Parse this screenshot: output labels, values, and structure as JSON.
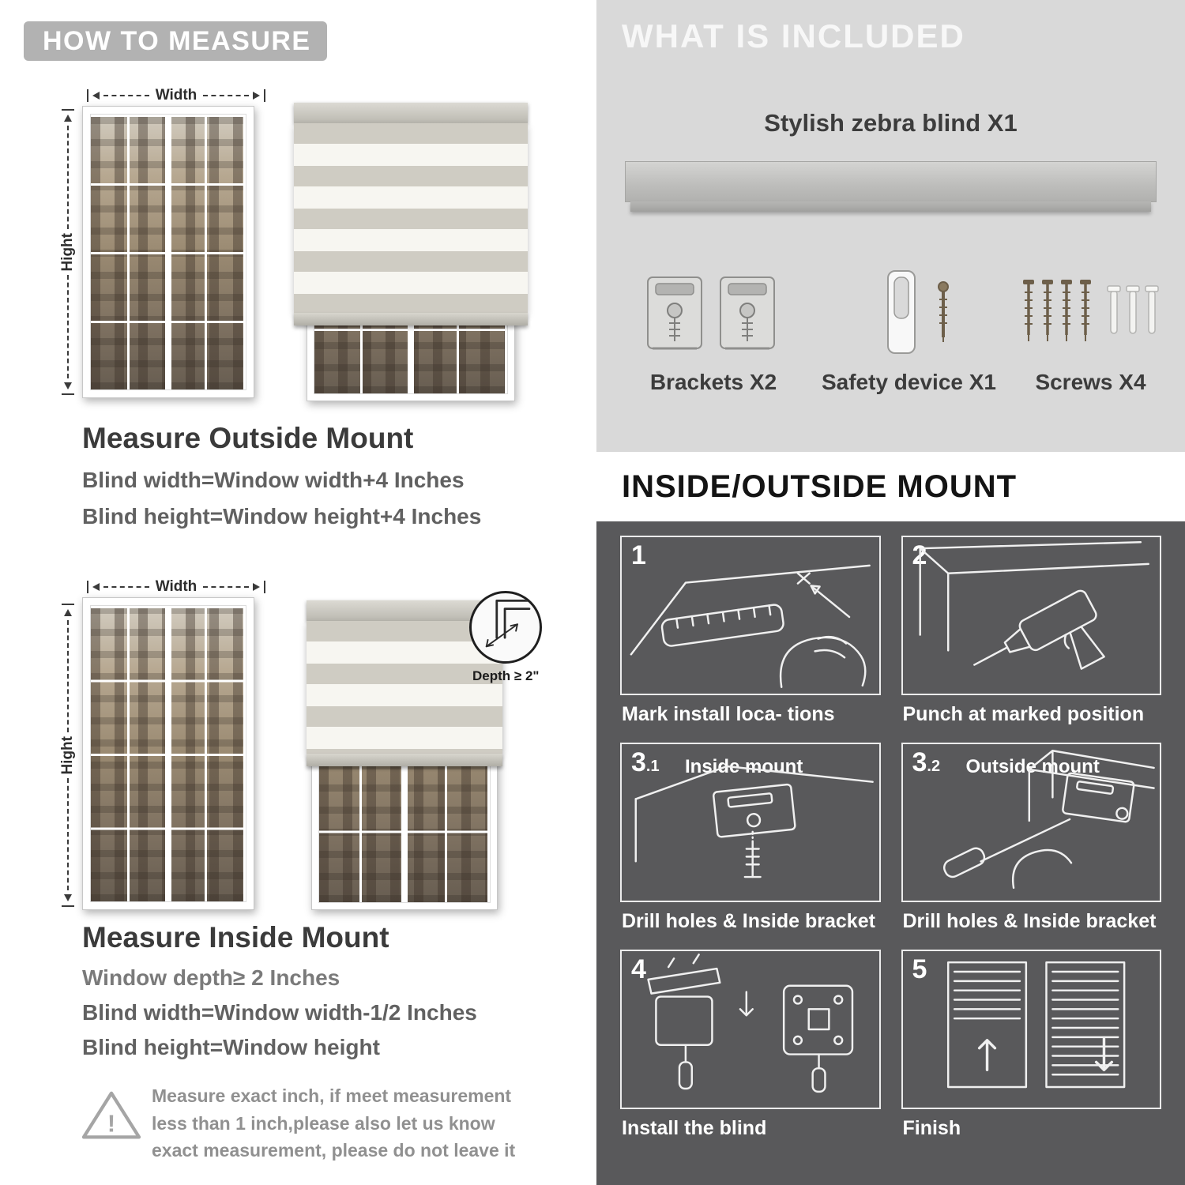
{
  "colors": {
    "badge_gray": "#b2b2b2",
    "panel_light": "#d9d9d9",
    "panel_dark": "#59595b",
    "text_dark": "#3b3b3b",
    "text_gray": "#616161"
  },
  "how_to_measure": {
    "header": "HOW TO MEASURE",
    "outside": {
      "width_label": "Width",
      "height_label": "Hight",
      "title": "Measure Outside Mount",
      "lines": [
        "Blind width=Window width+4 Inches",
        "Blind height=Window height+4 Inches"
      ]
    },
    "inside": {
      "width_label": "Width",
      "height_label": "Hight",
      "depth_label": "Depth ≥ 2\"",
      "title": "Measure Inside Mount",
      "lines": [
        "Window depth≥ 2 Inches",
        "Blind width=Window width-1/2 Inches",
        "Blind height=Window height"
      ]
    },
    "warning": {
      "glyph": "!",
      "text": "Measure exact inch, if meet measurement less than 1 inch,please also let us know exact measurement, please do not leave it"
    }
  },
  "included": {
    "header": "WHAT IS INCLUDED",
    "blind_label": "Stylish zebra blind X1",
    "items": [
      {
        "label": "Brackets X2"
      },
      {
        "label": "Safety device X1"
      },
      {
        "label": "Screws X4"
      }
    ]
  },
  "mount": {
    "header": "INSIDE/OUTSIDE MOUNT",
    "steps": [
      {
        "num": "1",
        "sub": "",
        "title": "",
        "caption": "Mark install loca- tions"
      },
      {
        "num": "2",
        "sub": "",
        "title": "",
        "caption": "Punch at marked position"
      },
      {
        "num": "3",
        "sub": ".1",
        "title": "Inside mount",
        "caption": "Drill holes & Inside bracket"
      },
      {
        "num": "3",
        "sub": ".2",
        "title": "Outside mount",
        "caption": "Drill holes & Inside bracket"
      },
      {
        "num": "4",
        "sub": "",
        "title": "",
        "caption": "Install the blind"
      },
      {
        "num": "5",
        "sub": "",
        "title": "",
        "caption": "Finish"
      }
    ]
  }
}
